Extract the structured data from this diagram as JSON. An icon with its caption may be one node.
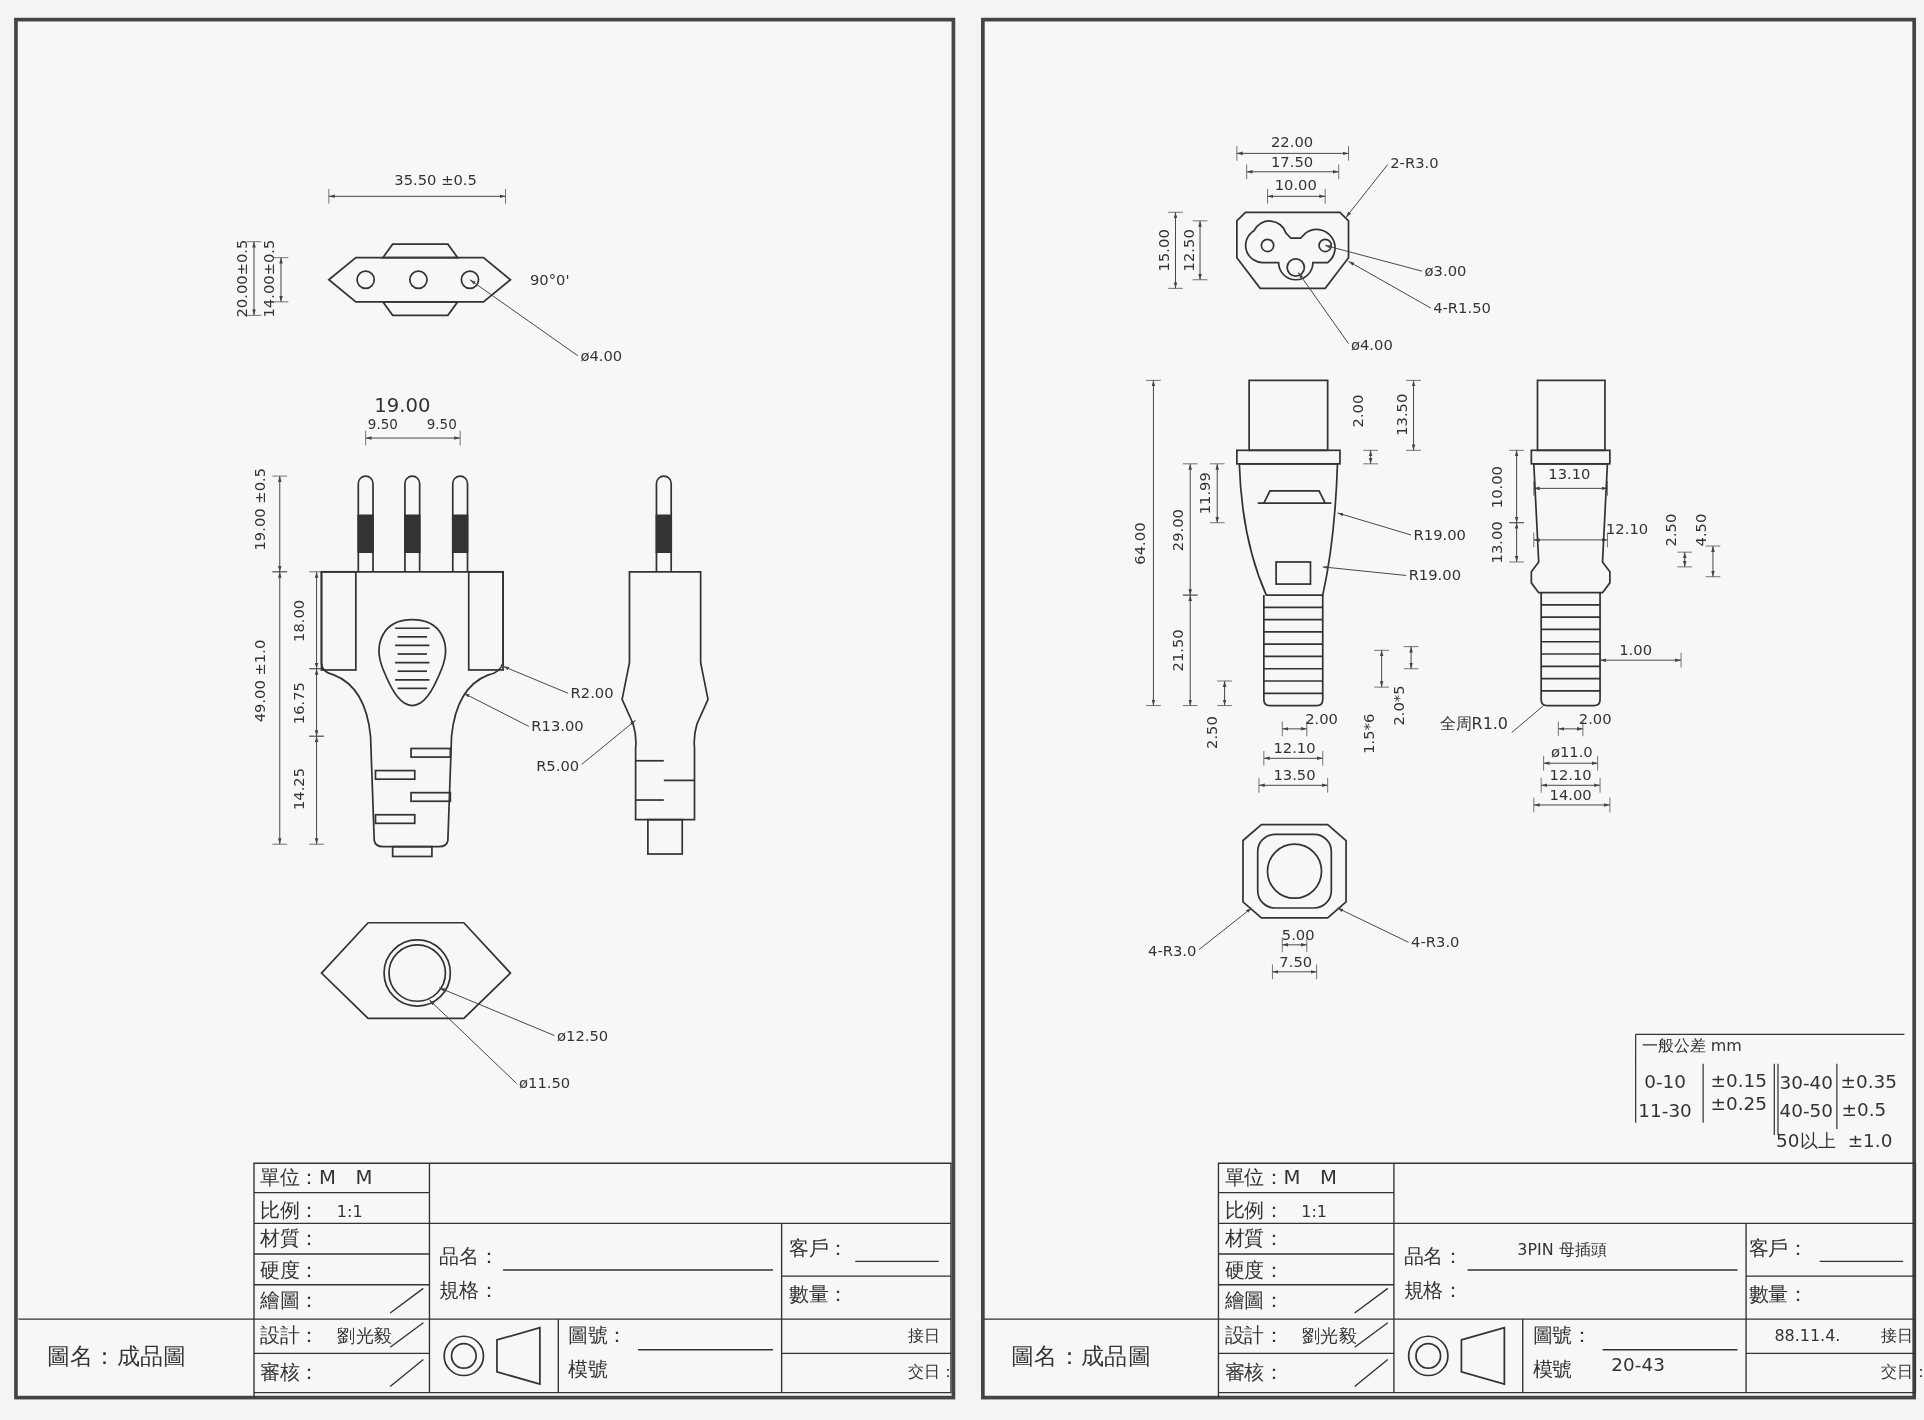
{
  "diagram": {
    "nodes": [
      {
        "text": [
          "ø4.00"
        ]
      },
      {
        "text": [
          "R2.00"
        ]
      },
      {
        "text": [
          "R13.00"
        ]
      },
      {
        "text": [
          "R5.00"
        ]
      },
      {
        "text": [
          "ø12.50"
        ]
      },
      {
        "text": [
          "ø11.50"
        ]
      },
      {
        "text": [
          "2-R3.0"
        ]
      },
      {
        "text": [
          "ø3.00"
        ]
      },
      {
        "text": [
          "4-R1.50"
        ]
      },
      {
        "text": [
          "ø4.00"
        ]
      },
      {
        "text": [
          "R19.00"
        ]
      },
      {
        "text": [
          "R19.00"
        ]
      },
      {
        "text": [
          "全周R1.0"
        ]
      },
      {
        "text": [
          "4-R3.0"
        ]
      },
      {
        "text": [
          "4-R3.0"
        ]
      },
      {
        "text": [],
        "shape": "picture"
      },
      {
        "text": [],
        "shape": "picture"
      },
      {
        "text": [],
        "shape": "picture"
      },
      {
        "text": [],
        "shape": "picture"
      },
      {
        "text": [],
        "shape": "picture"
      },
      {
        "text": [],
        "shape": "picture"
      },
      {
        "text": [],
        "shape": "picture"
      },
      {
        "text": [],
        "shape": "picture"
      }
    ],
    "edges": [
      {
        "from": 0,
        "to": 15,
        "arrow": "to"
      },
      {
        "from": 1,
        "to": 16,
        "arrow": "to"
      },
      {
        "from": 2,
        "to": 16,
        "arrow": "to"
      },
      {
        "from": 3,
        "to": 17,
        "arrow": "to"
      },
      {
        "from": 4,
        "to": 18,
        "arrow": "to"
      },
      {
        "from": 5,
        "to": 18,
        "arrow": "to"
      },
      {
        "from": 6,
        "to": 19,
        "arrow": "to"
      },
      {
        "from": 7,
        "to": 19,
        "arrow": "to"
      },
      {
        "from": 8,
        "to": 19,
        "arrow": "to"
      },
      {
        "from": 9,
        "to": 19,
        "arrow": "to"
      },
      {
        "from": 10,
        "to": 20,
        "arrow": "to"
      },
      {
        "from": 11,
        "to": 20,
        "arrow": "to"
      },
      {
        "from": 12,
        "to": 21,
        "arrow": "none"
      },
      {
        "from": 13,
        "to": 22,
        "arrow": "to"
      },
      {
        "from": 14,
        "to": 22,
        "arrow": "to"
      }
    ],
    "labels": [
      "35.50 ±0.5",
      "20.00±0.5",
      "14.00±0.5",
      "90°0'",
      "19.00",
      "9.50",
      "9.50",
      "19.00 ±0.5",
      "18.00",
      "49.00 ±1.0",
      "16.75",
      "14.25",
      "單位：M　M",
      "比例：",
      "1:1",
      "材質：",
      "硬度：",
      "繪圖：",
      "設計：",
      "劉光毅",
      "審核：",
      "品名：",
      "規格：",
      "客戶：",
      "數量：",
      "圖號：",
      "模號",
      "接日",
      "交日：",
      "圖名：成品圖",
      "22.00",
      "17.50",
      "10.00",
      "15.00",
      "12.50",
      "64.00",
      "11.99",
      "29.00",
      "2.00",
      "13.50",
      "21.50",
      "2.50",
      "2.00",
      "12.10",
      "13.50",
      "1.5*6",
      "2.0*5",
      "10.00",
      "13.00",
      "13.10",
      "12.10",
      "2.50",
      "4.50",
      "1.00",
      "2.00",
      "ø11.0",
      "12.10",
      "14.00",
      "5.00",
      "7.50",
      "一般公差 mm",
      "0-10",
      "±0.15",
      "30-40",
      "±0.35",
      "11-30",
      "±0.25",
      "40-50",
      "±0.5",
      "50以上",
      "±1.0",
      "單位：M　M",
      "比例：",
      "1:1",
      "材質：",
      "硬度：",
      "繪圖：",
      "設計：",
      "劉光毅",
      "審核：",
      "品名：",
      "3PIN 母插頭",
      "規格：",
      "客戶：",
      "數量：",
      "圖號：",
      "模號",
      "20-43",
      "88.11.4.",
      "接日",
      "交日：",
      "圖名：成品圖"
    ]
  }
}
